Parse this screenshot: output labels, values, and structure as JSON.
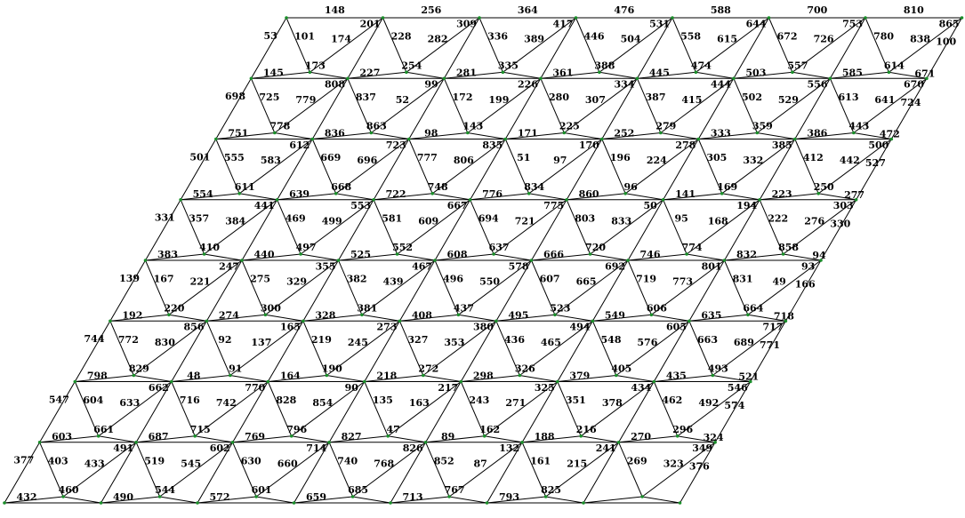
{
  "diagram": {
    "line_color": "#000000",
    "node_color": "#1a8f2a",
    "label_color": "#000000",
    "rows": 8,
    "columns": 7,
    "member_labels": [
      "148",
      "256",
      "364",
      "476",
      "588",
      "700",
      "810",
      "53",
      "101",
      "174",
      "201",
      "228",
      "282",
      "309",
      "336",
      "389",
      "417",
      "446",
      "504",
      "531",
      "558",
      "615",
      "644",
      "672",
      "726",
      "753",
      "780",
      "838",
      "865",
      "100",
      "145",
      "173",
      "227",
      "254",
      "281",
      "335",
      "361",
      "388",
      "445",
      "474",
      "503",
      "557",
      "585",
      "614",
      "671",
      "698",
      "725",
      "779",
      "808",
      "837",
      "52",
      "99",
      "172",
      "199",
      "226",
      "280",
      "307",
      "334",
      "387",
      "415",
      "444",
      "502",
      "529",
      "556",
      "613",
      "641",
      "670",
      "724",
      "751",
      "778",
      "836",
      "863",
      "98",
      "143",
      "171",
      "225",
      "252",
      "279",
      "333",
      "359",
      "386",
      "443",
      "472",
      "501",
      "555",
      "583",
      "612",
      "669",
      "696",
      "723",
      "777",
      "806",
      "835",
      "51",
      "97",
      "170",
      "196",
      "224",
      "278",
      "305",
      "332",
      "385",
      "412",
      "442",
      "500",
      "527",
      "554",
      "611",
      "639",
      "668",
      "722",
      "748",
      "776",
      "834",
      "860",
      "96",
      "141",
      "169",
      "223",
      "250",
      "277",
      "331",
      "357",
      "384",
      "441",
      "469",
      "499",
      "553",
      "581",
      "609",
      "667",
      "694",
      "721",
      "775",
      "803",
      "833",
      "50",
      "95",
      "168",
      "194",
      "222",
      "276",
      "303",
      "330",
      "383",
      "410",
      "440",
      "497",
      "525",
      "552",
      "608",
      "637",
      "666",
      "720",
      "746",
      "774",
      "832",
      "858",
      "94",
      "139",
      "167",
      "221",
      "247",
      "275",
      "329",
      "355",
      "382",
      "439",
      "467",
      "496",
      "550",
      "578",
      "607",
      "665",
      "692",
      "719",
      "773",
      "801",
      "831",
      "49",
      "93",
      "166",
      "192",
      "220",
      "274",
      "300",
      "328",
      "381",
      "408",
      "437",
      "495",
      "523",
      "549",
      "606",
      "635",
      "664",
      "718",
      "744",
      "772",
      "830",
      "856",
      "92",
      "137",
      "165",
      "219",
      "245",
      "273",
      "327",
      "353",
      "380",
      "436",
      "465",
      "494",
      "548",
      "576",
      "605",
      "663",
      "689",
      "717",
      "771",
      "798",
      "829",
      "48",
      "91",
      "164",
      "190",
      "218",
      "272",
      "298",
      "326",
      "379",
      "405",
      "435",
      "493",
      "521",
      "547",
      "604",
      "633",
      "662",
      "716",
      "742",
      "770",
      "828",
      "854",
      "90",
      "135",
      "163",
      "217",
      "243",
      "271",
      "325",
      "351",
      "378",
      "434",
      "462",
      "492",
      "546",
      "574",
      "603",
      "661",
      "687",
      "715",
      "769",
      "796",
      "827",
      "47",
      "89",
      "162",
      "188",
      "216",
      "270",
      "296",
      "324",
      "377",
      "403",
      "433",
      "491",
      "519",
      "545",
      "602",
      "630",
      "660",
      "714",
      "740",
      "768",
      "826",
      "852",
      "87",
      "132",
      "161",
      "215",
      "241",
      "269",
      "323",
      "349",
      "376",
      "432",
      "460",
      "490",
      "544",
      "572",
      "601",
      "659",
      "685",
      "713",
      "767",
      "793",
      "825"
    ]
  }
}
